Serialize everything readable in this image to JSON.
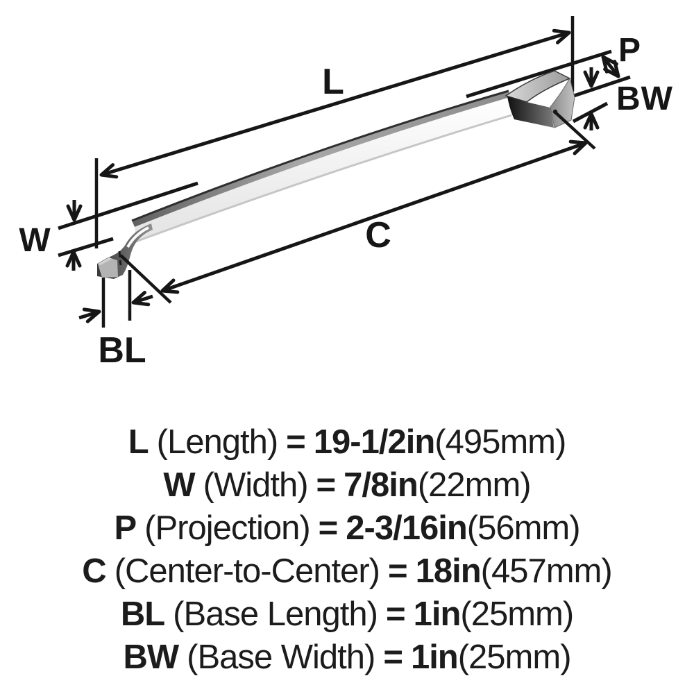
{
  "page": {
    "background": "#ffffff"
  },
  "diagram": {
    "labels": {
      "length": "L",
      "width": "W",
      "projection": "P",
      "center_to_center": "C",
      "base_length": "BL",
      "base_width": "BW"
    },
    "colors": {
      "line": "#161616",
      "bar_face": "#ffffff",
      "bar_top": "#8c8c8c",
      "foot_dark": "#383838",
      "base_face": "#b3b3b3"
    }
  },
  "specs": [
    {
      "code": "L",
      "label": "(Length)",
      "eq": "=",
      "imperial": "19-1/2in",
      "metric": "(495mm)"
    },
    {
      "code": "W",
      "label": "(Width)",
      "eq": "=",
      "imperial": "7/8in",
      "metric": "(22mm)"
    },
    {
      "code": "P",
      "label": "(Projection)",
      "eq": "=",
      "imperial": "2-3/16in",
      "metric": "(56mm)"
    },
    {
      "code": "C",
      "label": "(Center-to-Center)",
      "eq": "=",
      "imperial": "18in",
      "metric": "(457mm)"
    },
    {
      "code": "BL",
      "label": "(Base Length)",
      "eq": "=",
      "imperial": "1in",
      "metric": "(25mm)"
    },
    {
      "code": "BW",
      "label": "(Base Width)",
      "eq": "=",
      "imperial": "1in",
      "metric": "(25mm)"
    }
  ]
}
